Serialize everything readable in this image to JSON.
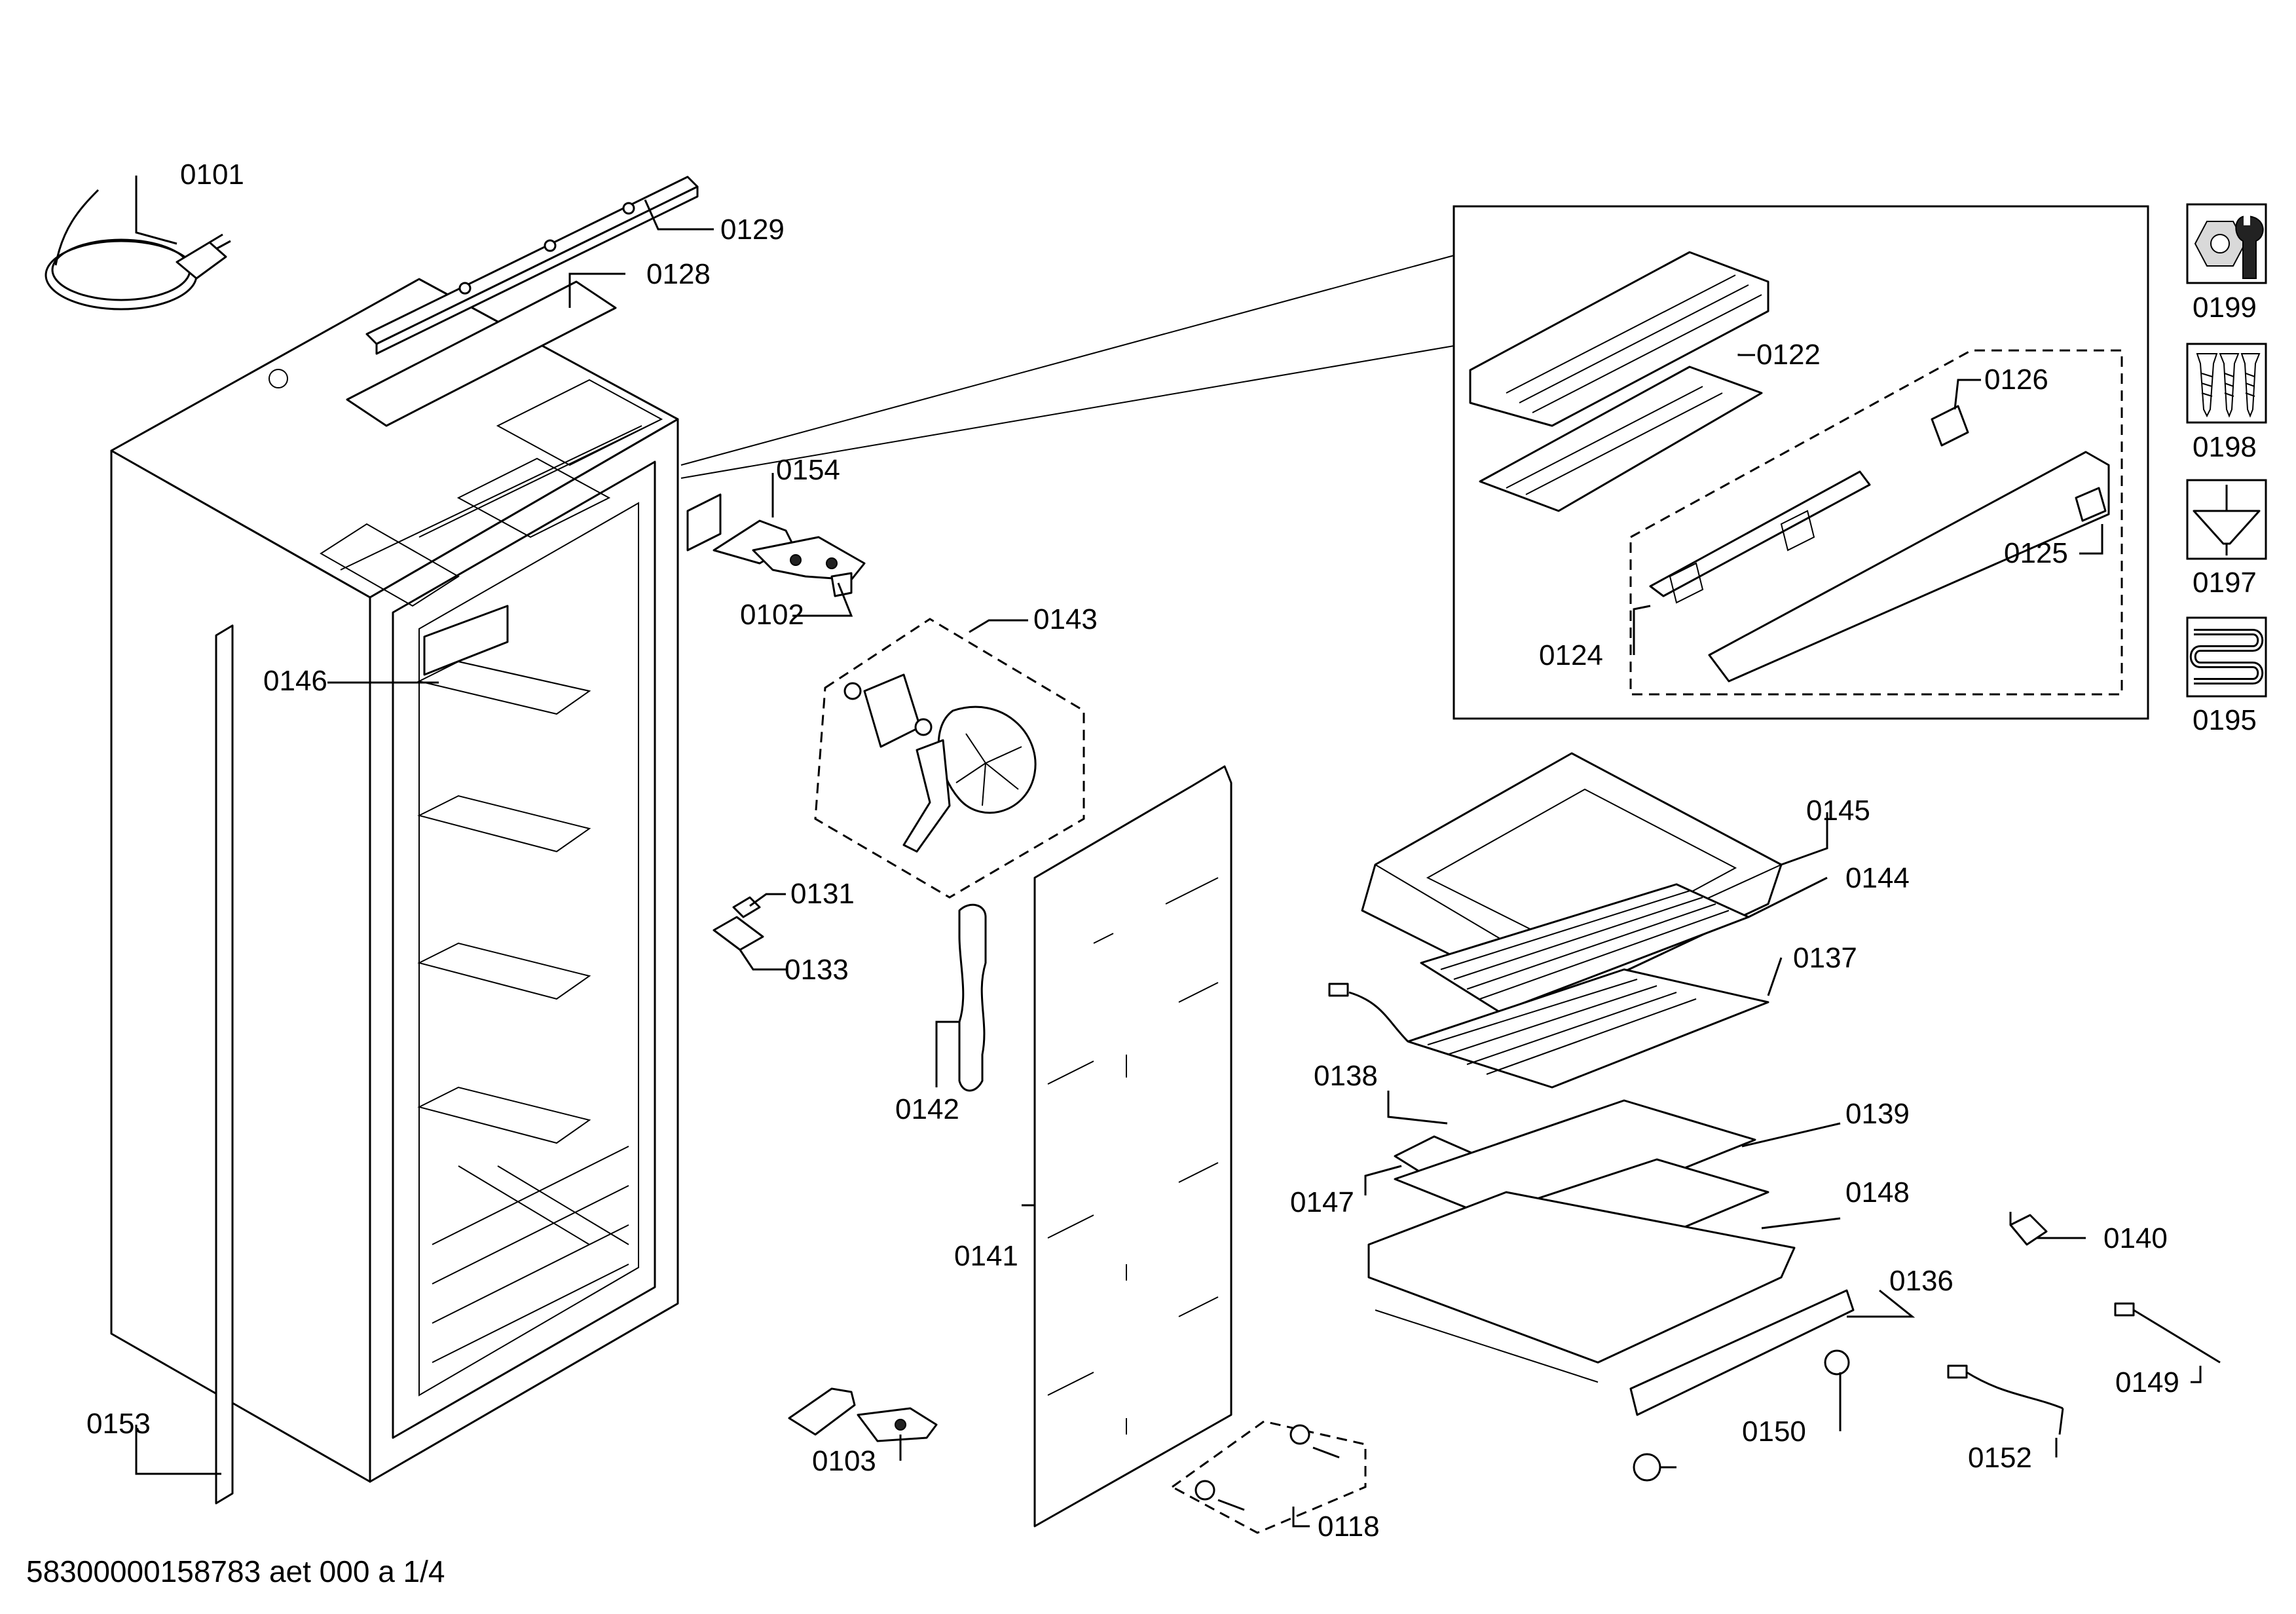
{
  "labels": {
    "p0101": "0101",
    "p0129": "0129",
    "p0128": "0128",
    "p0154": "0154",
    "p0102": "0102",
    "p0143": "0143",
    "p0146": "0146",
    "p0131": "0131",
    "p0133": "0133",
    "p0142": "0142",
    "p0141": "0141",
    "p0153": "0153",
    "p0103": "0103",
    "p0118": "0118",
    "p0122": "0122",
    "p0126": "0126",
    "p0125": "0125",
    "p0124": "0124",
    "p0145": "0145",
    "p0144": "0144",
    "p0137": "0137",
    "p0138": "0138",
    "p0139": "0139",
    "p0147": "0147",
    "p0148": "0148",
    "p0140": "0140",
    "p0136": "0136",
    "p0149": "0149",
    "p0150": "0150",
    "p0152": "0152"
  },
  "legend": {
    "tools": "0199",
    "screws": "0198",
    "lubricant": "0197",
    "heater": "0195"
  },
  "footer": "58300000158783 aet 000 a 1/4",
  "icons": [
    "wrench-nut-icon",
    "screws-icon",
    "grease-gun-icon",
    "heating-coil-icon"
  ]
}
